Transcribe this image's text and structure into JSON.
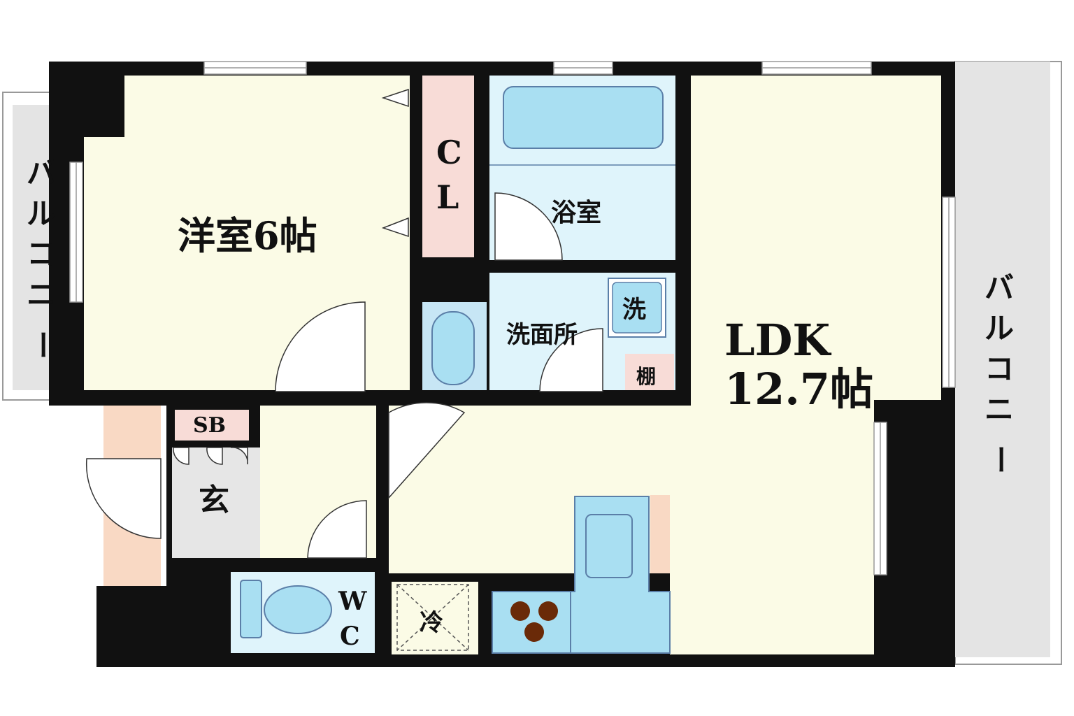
{
  "colors": {
    "wall": "#111111",
    "room_cream": "#fbfbe6",
    "wet_blue": "#dff4fb",
    "fixture_blue": "#a9dff2",
    "fixture_stroke": "#5b7fa8",
    "closet_pink": "#f8dcd7",
    "balcony_gray": "#e4e4e4",
    "entry_gray": "#e6e6e6",
    "orange_accent": "#f9d9c4",
    "stove_brown": "#6a2a08"
  },
  "rooms": {
    "western": {
      "label": "洋室6帖"
    },
    "closet": {
      "label_1": "C",
      "label_2": "L"
    },
    "bath": {
      "label": "浴室"
    },
    "washroom": {
      "label": "洗面所"
    },
    "washer": {
      "label": "洗"
    },
    "shelf": {
      "label": "棚"
    },
    "ldk": {
      "label": "LDK",
      "size": "12.7帖"
    },
    "shoebox": {
      "label": "SB"
    },
    "entrance": {
      "label": "玄"
    },
    "wc": {
      "label_1": "W",
      "label_2": "C"
    },
    "fridge": {
      "label": "冷"
    },
    "balcony_left": {
      "chars": [
        "バ",
        "ル",
        "コ",
        "ニ",
        "ー"
      ]
    },
    "balcony_right": {
      "chars": [
        "バ",
        "ル",
        "コ",
        "ニ",
        "ー"
      ]
    }
  }
}
